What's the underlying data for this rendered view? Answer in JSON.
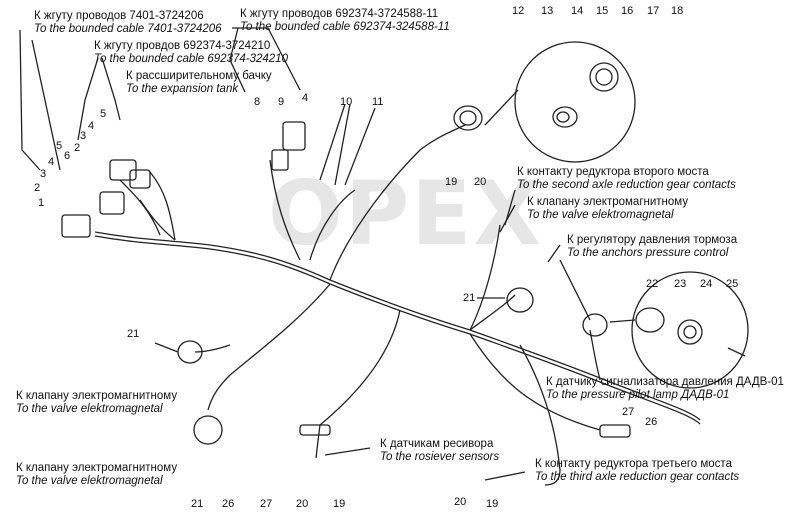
{
  "watermark": "OPEX",
  "callouts": [
    {
      "id": "c1",
      "ru": "К жгуту проводов 7401-3724206",
      "en": "To the bounded cable 7401-3724206"
    },
    {
      "id": "c2",
      "ru": "К жгуту провдов 692374-3724210",
      "en": "To the bounded cable 692374-324210"
    },
    {
      "id": "c3",
      "ru": "К рассширительному бачку",
      "en": "To the expansion tank"
    },
    {
      "id": "c4",
      "ru": "К жгуту проводов 692374-3724588-11",
      "en": "To the bounded cable 692374-324588-11"
    },
    {
      "id": "c5",
      "ru": "К контакту редуктора второго моста",
      "en": "To the second axle reduction gear contacts"
    },
    {
      "id": "c6",
      "ru": "К клапану электромагнитному",
      "en": "To the valve elektromagnetal"
    },
    {
      "id": "c7",
      "ru": "К регулятору давления тормоза",
      "en": "To the anchors pressure control"
    },
    {
      "id": "c8",
      "ru": "К датчику сигнализатора давления ДАДВ-01",
      "en": "To the pressure pilot lamp ДАДВ-01"
    },
    {
      "id": "c9",
      "ru": "К клапану электромагнитному",
      "en": "To the valve elektromagnetal"
    },
    {
      "id": "c10",
      "ru": "К датчикам ресивора",
      "en": "To the rosiever sensors"
    },
    {
      "id": "c11",
      "ru": "К клапану электромагнитному",
      "en": "To the valve elektromagnetal"
    },
    {
      "id": "c12",
      "ru": "К контакту редуктора третьего моста",
      "en": "To the third axle reduction gear contacts"
    }
  ],
  "part_numbers": [
    "1",
    "2",
    "3",
    "4",
    "5",
    "6",
    "2",
    "3",
    "4",
    "5",
    "8",
    "9",
    "4",
    "10",
    "11",
    "12",
    "13",
    "14",
    "15",
    "16",
    "17",
    "18",
    "19",
    "20",
    "21",
    "22",
    "23",
    "24",
    "25",
    "21",
    "21",
    "26",
    "27",
    "20",
    "19",
    "27",
    "26",
    "20",
    "19"
  ]
}
